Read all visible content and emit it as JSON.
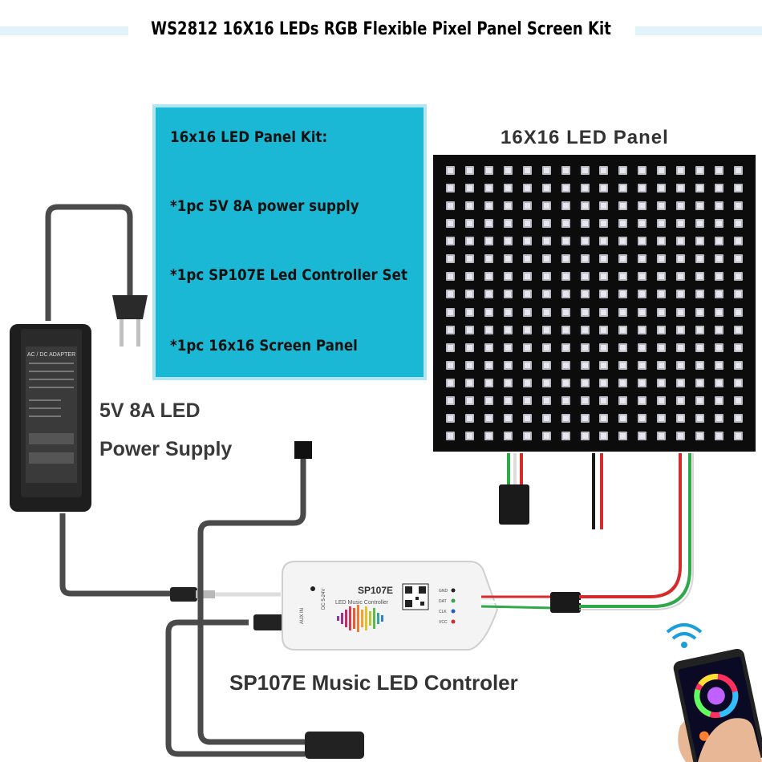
{
  "header": {
    "title": "WS2812 16X16 LEDs RGB Flexible Pixel Panel Screen Kit"
  },
  "kit_box": {
    "heading": "16x16 LED Panel Kit:",
    "items": [
      "*1pc 5V 8A power supply",
      "*1pc SP107E Led Controller Set",
      "*1pc 16x16 Screen Panel"
    ]
  },
  "led_panel": {
    "title": "16X16 LED Panel",
    "rows": 16,
    "cols": 16
  },
  "power_supply": {
    "label_line1": "5V 8A LED",
    "label_line2": "Power Supply",
    "adapter_text": "AC / DC ADAPTER"
  },
  "controller": {
    "label": "SP107E Music LED Controler",
    "device_name": "SP107E",
    "device_subtitle": "LED Music Controller",
    "pins": [
      "GND",
      "DAT",
      "CLK",
      "VCC"
    ],
    "side_text": "AUX IN",
    "dc_text": "DC 5-24V"
  },
  "colors": {
    "kit_box_bg": "#1ab8d4",
    "panel_bg": "#0c0c0c",
    "wire_red": "#d62b2b",
    "wire_green": "#2fa84a",
    "cable_gray": "#555555"
  }
}
